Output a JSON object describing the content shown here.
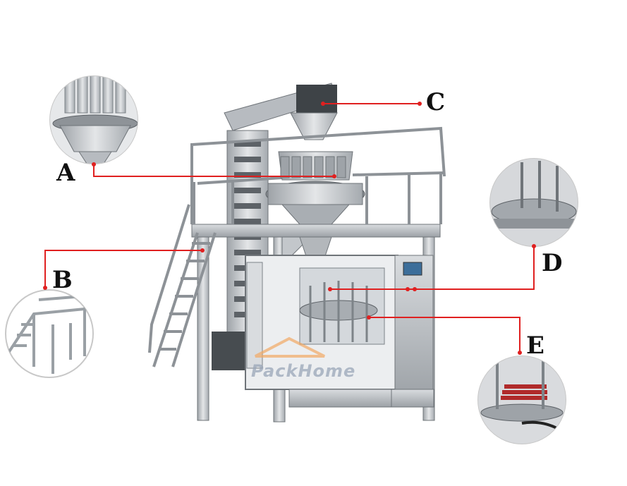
{
  "callouts": {
    "a": {
      "label": "A"
    },
    "b": {
      "label": "B"
    },
    "c": {
      "label": "C"
    },
    "d": {
      "label": "D"
    },
    "e": {
      "label": "E"
    }
  },
  "watermark": {
    "text": "PackHome"
  },
  "colors": {
    "leader": "#e02020",
    "steel": "#c9cdd1",
    "steel_dark": "#7d8388",
    "outline": "#555a5e"
  }
}
